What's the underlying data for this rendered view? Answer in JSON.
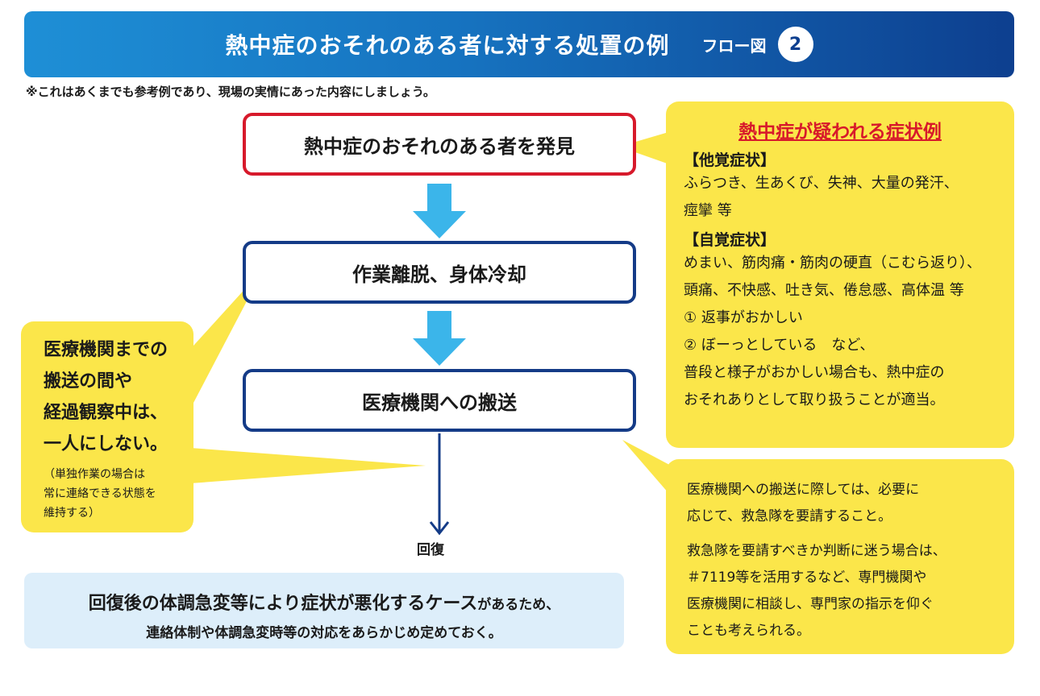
{
  "header": {
    "title": "熱中症のおそれのある者に対する処置の例",
    "subtitle": "フロー図",
    "badge": "2",
    "bg_start": "#1e8fd6",
    "bg_end": "#0d3f8f"
  },
  "note": "※これはあくまでも参考例であり、現場の実情にあった内容にしましょう。",
  "flow": {
    "step1": "熱中症のおそれのある者を発見",
    "step2": "作業離脱、身体冷却",
    "step3": "医療機関への搬送",
    "end_label": "回復",
    "step1_border": "#d7192b",
    "step_border": "#143b87",
    "arrow_color": "#3bb5ea"
  },
  "symptoms": {
    "heading": "熱中症が疑われる症状例",
    "objective_title": "【他覚症状】",
    "objective_lines": [
      "ふらつき、生あくび、失神、大量の発汗、",
      "痙攣 等"
    ],
    "subjective_title": "【自覚症状】",
    "subjective_lines": [
      "めまい、筋肉痛・筋肉の硬直（こむら返り）、",
      "頭痛、不快感、吐き気、倦怠感、高体温 等"
    ],
    "item1": "① 返事がおかしい",
    "item2": "② ぼーっとしている　など、",
    "closing_lines": [
      "普段と様子がおかしい場合も、熱中症の",
      "おそれありとして取り扱うことが適当。"
    ]
  },
  "left_callout": {
    "main_lines": [
      "医療機関までの",
      "搬送の間や",
      "経過観察中は、",
      "一人にしない。"
    ],
    "sub_lines": [
      "（単独作業の場合は",
      "常に連絡できる状態を",
      "維持する）"
    ]
  },
  "right_callout": {
    "para1": [
      "医療機関への搬送に際しては、必要に",
      "応じて、救急隊を要請すること。"
    ],
    "para2": [
      "救急隊を要請すべきか判断に迷う場合は、",
      "＃7119等を活用するなど、専門機関や",
      "医療機関に相談し、専門家の指示を仰ぐ",
      "ことも考えられる。"
    ]
  },
  "bottom": {
    "line1_main": "回復後の体調急変等により症状が悪化するケース",
    "line1_tail": "があるため、",
    "line2": "連絡体制や体調急変時等の対応をあらかじめ定めておく。"
  },
  "callout_color": "#fbe64a",
  "bottom_bg": "#ddeefa"
}
